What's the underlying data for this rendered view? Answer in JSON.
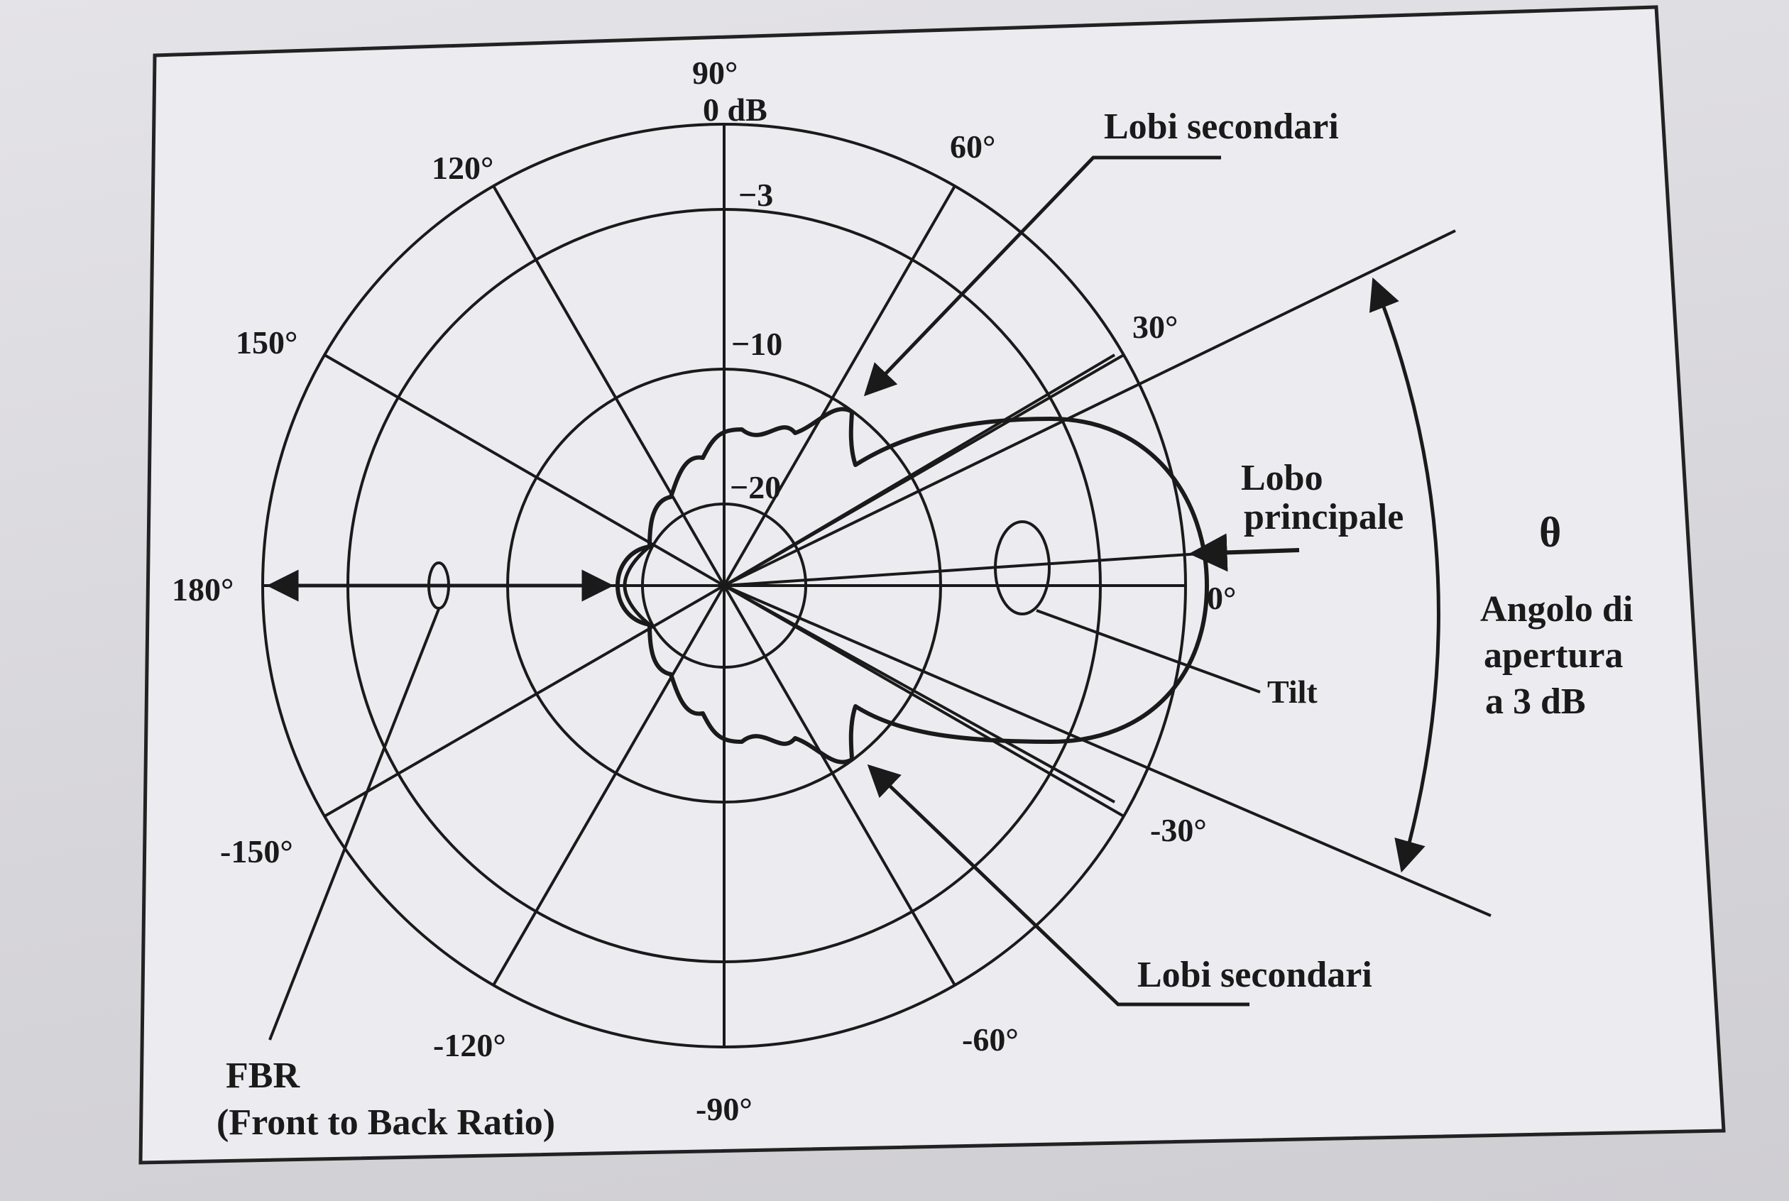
{
  "diagram": {
    "angle_labels": {
      "deg90": "90°",
      "deg60": "60°",
      "deg120": "120°",
      "deg150": "150°",
      "deg30": "30°",
      "deg0": "0°",
      "deg180": "180°",
      "deg_m30": "-30°",
      "deg_m60": "-60°",
      "deg_m90": "-90°",
      "deg_m120": "-120°",
      "deg_m150": "-150°"
    },
    "db_labels": {
      "db0": "0 dB",
      "db3": "−3",
      "db10": "−10",
      "db20": "−20"
    },
    "annotations": {
      "side_lobes_top": "Lobi secondari",
      "side_lobes_bottom": "Lobi secondari",
      "main_lobe_line1": "Lobo",
      "main_lobe_line2": "principale",
      "tilt": "Tilt",
      "theta": "θ",
      "beamwidth_line1": "Angolo di",
      "beamwidth_line2": "apertura",
      "beamwidth_line3": "a 3 dB",
      "fbr_line1": "FBR",
      "fbr_line2": "(Front to Back Ratio)"
    },
    "colors": {
      "ink": "#1a1a1a",
      "paper": "#ecebef"
    }
  }
}
